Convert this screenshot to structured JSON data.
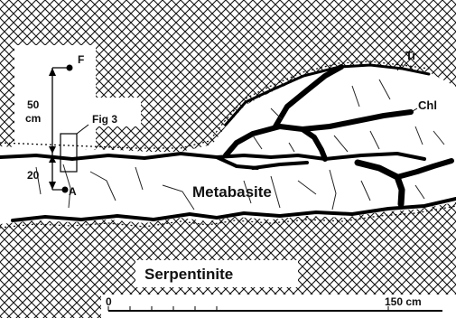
{
  "figure": {
    "units": {
      "rock_upper": "",
      "metabasite": "Metabasite",
      "serpentinite": "Serpentinite"
    },
    "minerals": {
      "tremolite": "Tr",
      "chlorite": "Chl"
    },
    "section": {
      "label": "Fig 3",
      "top_point": "F",
      "bottom_point": "A",
      "upper_distance": "50",
      "upper_unit": "cm",
      "lower_distance": "20"
    },
    "scale_bar": {
      "start": "0",
      "end": "150 cm"
    }
  }
}
